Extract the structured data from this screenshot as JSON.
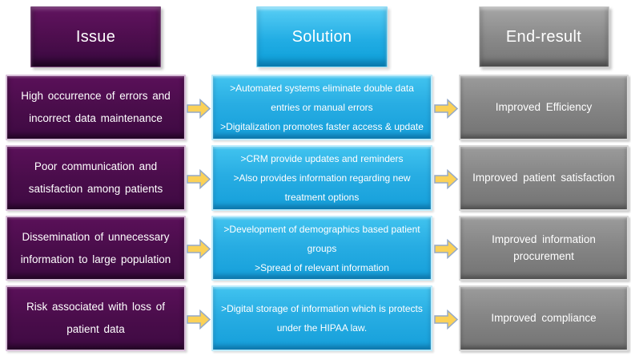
{
  "colors": {
    "issue_fill": "#4A0D4B",
    "issue_border": "#D9C0DA",
    "solution_fill": "#28ADE3",
    "solution_header_fill": "#22ADE4",
    "solution_border": "#BFECFB",
    "end_result_fill": "#868686",
    "end_result_border": "#D8D8D8",
    "arrow_fill": "#FBD157",
    "arrow_stroke": "#93A9C9",
    "text": "#FFFFFF",
    "background": "#FFFFFF"
  },
  "headers": [
    {
      "id": "issue",
      "label": "Issue"
    },
    {
      "id": "solution",
      "label": "Solution"
    },
    {
      "id": "end-result",
      "label": "End-result"
    }
  ],
  "arrow_icon": "right-block-arrow",
  "rows": [
    {
      "issue": "High occurrence of errors and incorrect data maintenance",
      "solutions": [
        ">Automated systems eliminate double data entries or manual errors",
        ">Digitalization promotes faster access & update"
      ],
      "end_result": "Improved Efficiency"
    },
    {
      "issue": "Poor communication and satisfaction among patients",
      "solutions": [
        ">CRM provide updates and reminders",
        ">Also provides information regarding new treatment options"
      ],
      "end_result": "Improved patient satisfaction"
    },
    {
      "issue": "Dissemination of unnecessary information to large population",
      "solutions": [
        ">Development of demographics based patient groups",
        ">Spread of relevant information"
      ],
      "end_result": "Improved information procurement"
    },
    {
      "issue": "Risk associated with loss of patient data",
      "solutions": [
        ">Digital storage of information which is protects under the HIPAA law."
      ],
      "end_result": "Improved compliance"
    }
  ]
}
